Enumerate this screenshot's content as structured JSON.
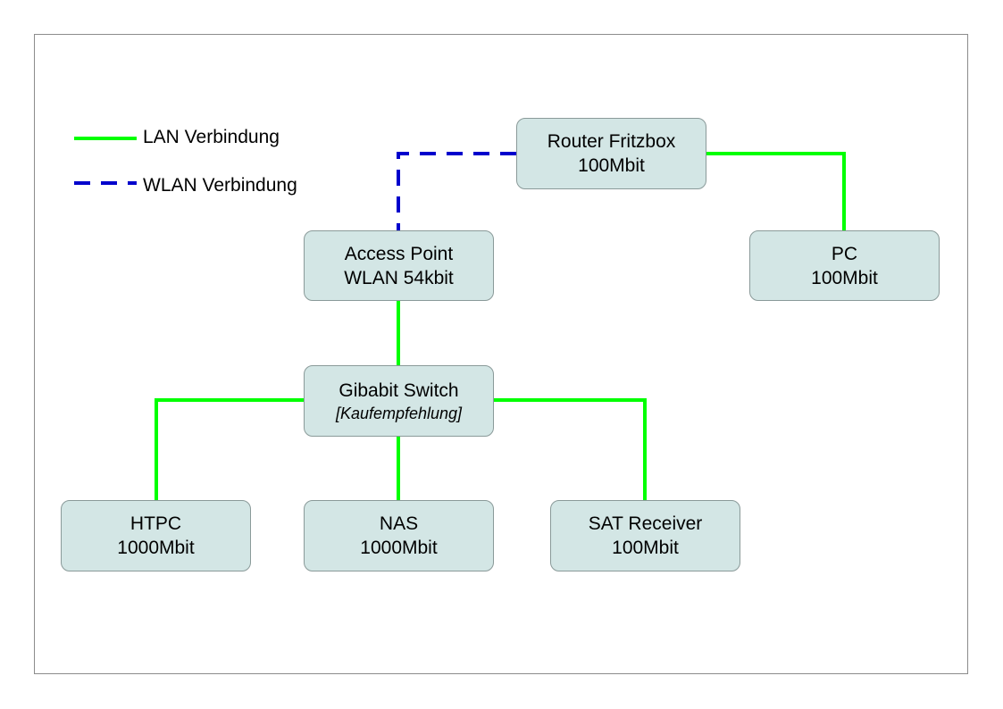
{
  "legend": {
    "lan_label": "LAN Verbindung",
    "wlan_label": "WLAN Verbindung",
    "lan_color": "#00ff00",
    "wlan_color": "#0000cc"
  },
  "nodes": {
    "router": {
      "title": "Router Fritzbox",
      "speed": "100Mbit"
    },
    "pc": {
      "title": "PC",
      "speed": "100Mbit"
    },
    "access_point": {
      "title": "Access Point",
      "speed": "WLAN 54kbit"
    },
    "switch": {
      "title": "Gibabit Switch",
      "note": "[Kaufempfehlung]"
    },
    "htpc": {
      "title": "HTPC",
      "speed": "1000Mbit"
    },
    "nas": {
      "title": "NAS",
      "speed": "1000Mbit"
    },
    "sat_receiver": {
      "title": "SAT Receiver",
      "speed": "100Mbit"
    }
  },
  "node_fill": "#d3e6e5",
  "connections": [
    {
      "from": "router",
      "to": "pc",
      "type": "LAN"
    },
    {
      "from": "router",
      "to": "access_point",
      "type": "WLAN"
    },
    {
      "from": "access_point",
      "to": "switch",
      "type": "LAN"
    },
    {
      "from": "switch",
      "to": "htpc",
      "type": "LAN"
    },
    {
      "from": "switch",
      "to": "nas",
      "type": "LAN"
    },
    {
      "from": "switch",
      "to": "sat_receiver",
      "type": "LAN"
    }
  ]
}
